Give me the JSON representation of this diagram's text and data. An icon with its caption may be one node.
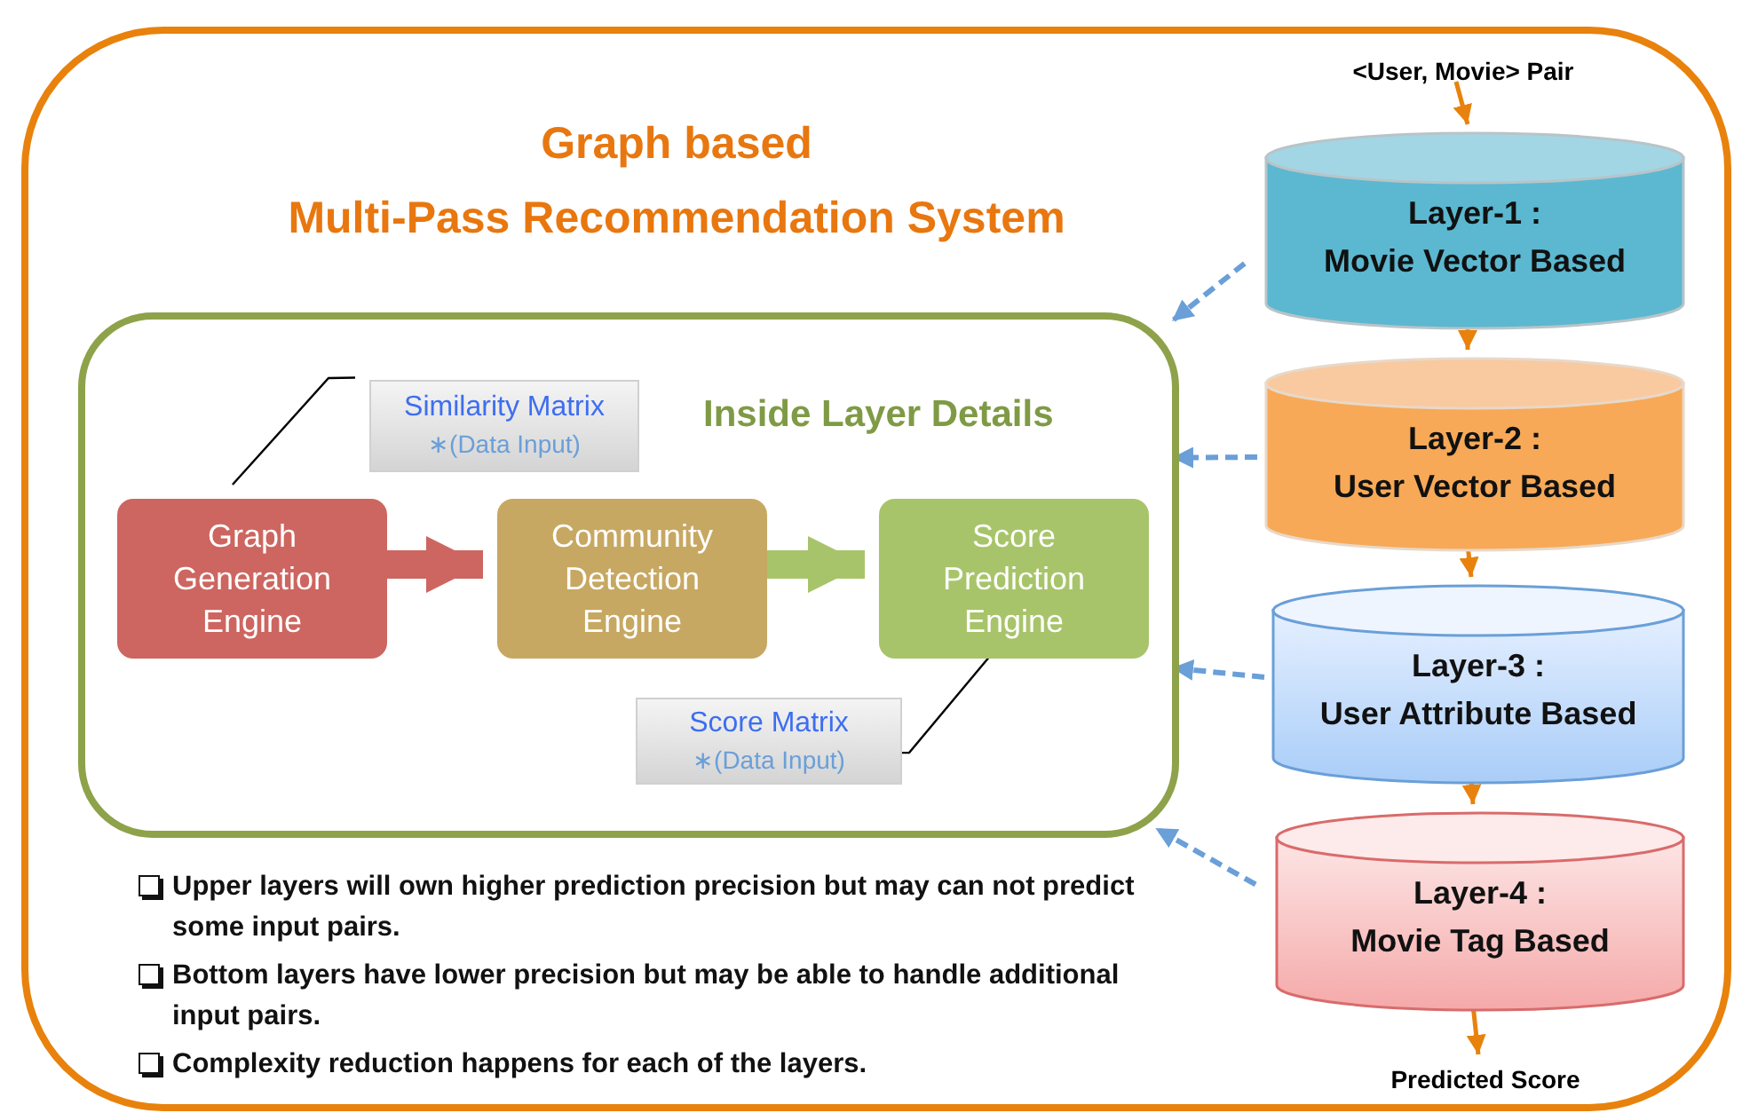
{
  "diagram": {
    "nodes": [
      {
        "text": [
          "Graph based",
          "Multi-Pass Recommendation System"
        ]
      },
      {
        "text": [
          "Inside Layer Details"
        ],
        "in": 0
      },
      {
        "text": [
          "Graph Generation Engine"
        ],
        "in": 1
      },
      {
        "text": [
          "Community Detection Engine"
        ],
        "in": 1
      },
      {
        "text": [
          "Score Prediction Engine"
        ],
        "in": 1
      },
      {
        "text": [
          "Similarity Matrix",
          "∗(Data Input)"
        ],
        "in": 1
      },
      {
        "text": [
          "Score Matrix",
          "∗(Data Input)"
        ],
        "in": 1
      },
      {
        "text": [
          "<User, Movie> Pair"
        ],
        "in": 0
      },
      {
        "text": [
          "Layer-1 :",
          "Movie Vector Based"
        ],
        "in": 0
      },
      {
        "text": [
          "Layer-2 :",
          "User Vector Based"
        ],
        "in": 0
      },
      {
        "text": [
          "Layer-3 :",
          "User Attribute Based"
        ],
        "in": 0
      },
      {
        "text": [
          "Layer-4 :",
          "Movie Tag Based"
        ],
        "in": 0
      },
      {
        "text": [
          "Predicted Score"
        ],
        "in": 0
      }
    ],
    "edges": [
      {
        "from": 2,
        "to": 3,
        "arrow": "to",
        "style": "thick",
        "color": "#cd6660"
      },
      {
        "from": 3,
        "to": 4,
        "arrow": "to",
        "style": "thick",
        "color": "#a8c46a"
      },
      {
        "from": 5,
        "to": 2,
        "arrow": "none",
        "color": "#000000"
      },
      {
        "from": 6,
        "to": 4,
        "arrow": "none",
        "color": "#000000"
      },
      {
        "from": 7,
        "to": 8,
        "arrow": "to"
      },
      {
        "from": 8,
        "to": 9,
        "arrow": "to"
      },
      {
        "from": 9,
        "to": 10,
        "arrow": "to"
      },
      {
        "from": 10,
        "to": 11,
        "arrow": "to"
      },
      {
        "from": 11,
        "to": 12,
        "arrow": "to"
      },
      {
        "from": 8,
        "to": 1,
        "arrow": "to",
        "style": "dashed",
        "color": "#6a9fd8"
      },
      {
        "from": 9,
        "to": 1,
        "arrow": "to",
        "style": "dashed",
        "color": "#6a9fd8"
      },
      {
        "from": 10,
        "to": 1,
        "arrow": "to",
        "style": "dashed",
        "color": "#6a9fd8"
      },
      {
        "from": 11,
        "to": 1,
        "arrow": "to",
        "style": "dashed",
        "color": "#6a9fd8"
      }
    ],
    "labels": [
      "Upper layers will own higher prediction precision but may can not predict some input pairs.",
      "Bottom layers have lower precision but may be able to handle additional input pairs.",
      "Complexity reduction happens for each of the layers."
    ]
  }
}
